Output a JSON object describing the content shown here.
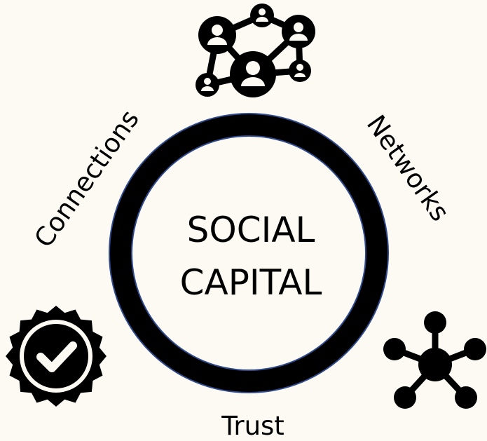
{
  "center": {
    "line1": "SOCIAL",
    "line2": "CAPITAL"
  },
  "labels": {
    "left": "Connections",
    "right": "Networks",
    "bottom": "Trust"
  },
  "icons": {
    "top": "people-network-icon",
    "bottom_left": "verified-badge-icon",
    "bottom_right": "hub-network-icon"
  },
  "colors": {
    "background": "#fdfaf3",
    "ring": "#000000",
    "ring_outline": "#2f4a8a",
    "icons": "#000000"
  }
}
